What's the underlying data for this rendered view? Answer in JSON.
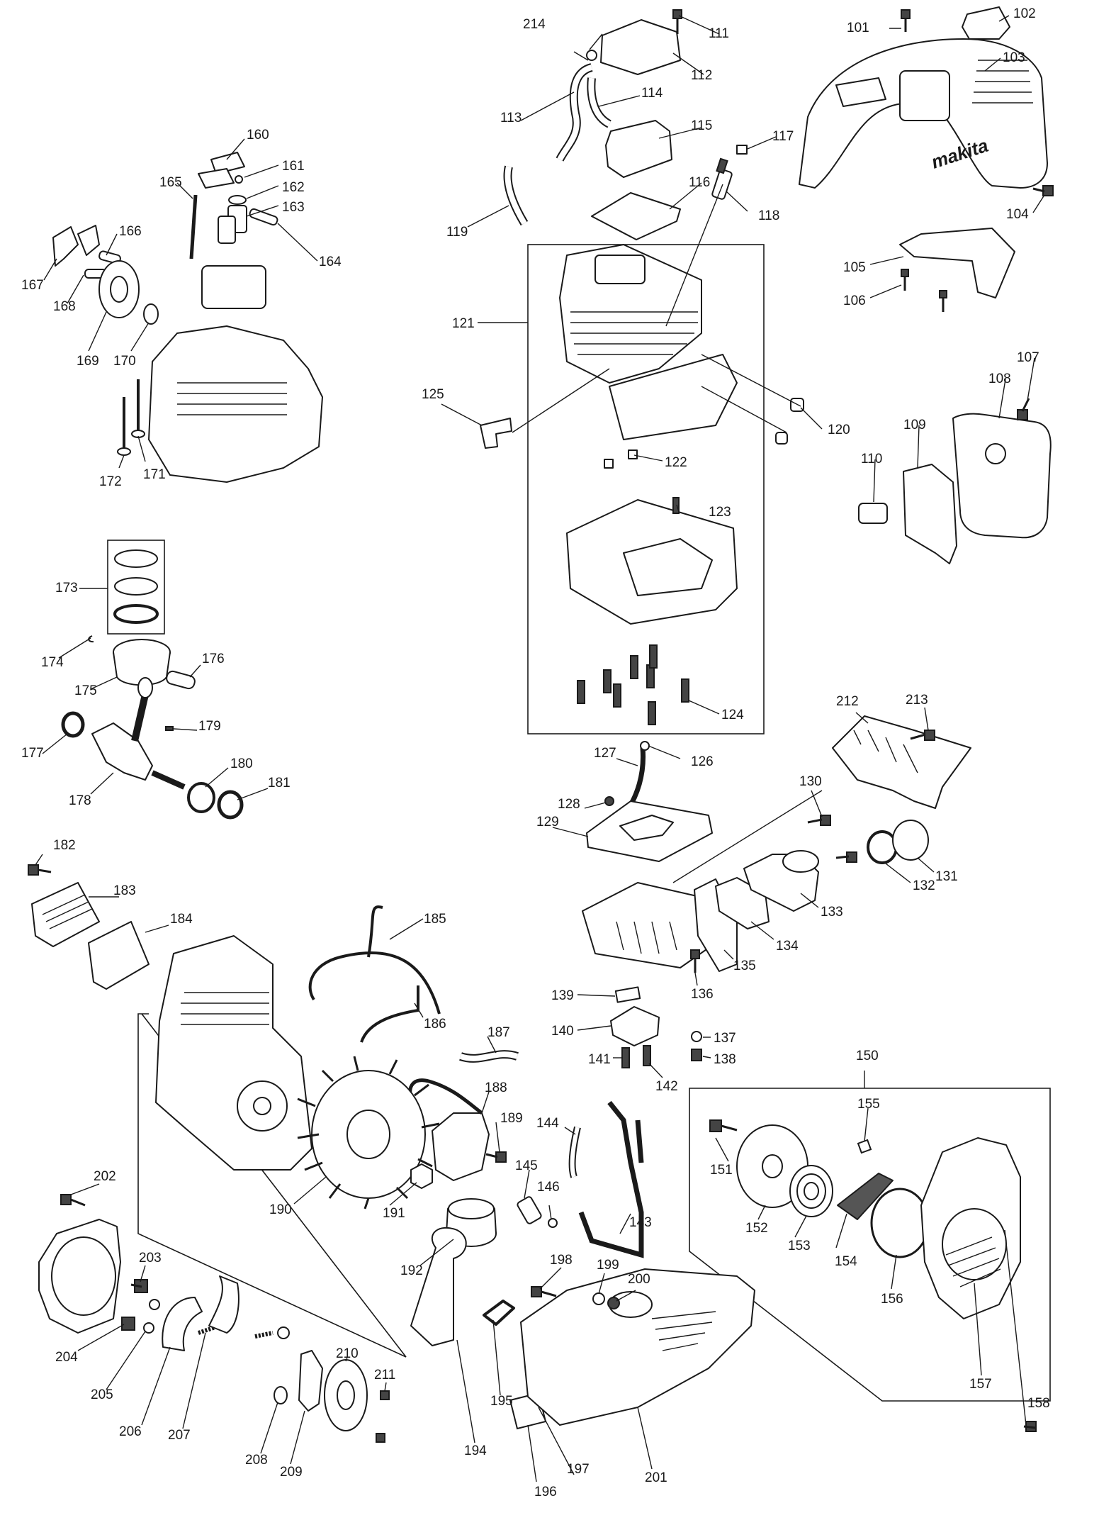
{
  "callouts": [
    {
      "id": "101",
      "label": "101"
    },
    {
      "id": "102",
      "label": "102"
    },
    {
      "id": "103",
      "label": "103"
    },
    {
      "id": "104",
      "label": "104"
    },
    {
      "id": "105",
      "label": "105"
    },
    {
      "id": "106",
      "label": "106"
    },
    {
      "id": "107",
      "label": "107"
    },
    {
      "id": "108",
      "label": "108"
    },
    {
      "id": "109",
      "label": "109"
    },
    {
      "id": "110",
      "label": "110"
    },
    {
      "id": "111",
      "label": "111"
    },
    {
      "id": "112",
      "label": "112"
    },
    {
      "id": "113",
      "label": "113"
    },
    {
      "id": "114",
      "label": "114"
    },
    {
      "id": "115",
      "label": "115"
    },
    {
      "id": "116",
      "label": "116"
    },
    {
      "id": "117",
      "label": "117"
    },
    {
      "id": "118",
      "label": "118"
    },
    {
      "id": "119",
      "label": "119"
    },
    {
      "id": "120",
      "label": "120"
    },
    {
      "id": "121",
      "label": "121"
    },
    {
      "id": "122",
      "label": "122"
    },
    {
      "id": "123",
      "label": "123"
    },
    {
      "id": "124",
      "label": "124"
    },
    {
      "id": "125",
      "label": "125"
    },
    {
      "id": "126",
      "label": "126"
    },
    {
      "id": "127",
      "label": "127"
    },
    {
      "id": "128",
      "label": "128"
    },
    {
      "id": "129",
      "label": "129"
    },
    {
      "id": "130",
      "label": "130"
    },
    {
      "id": "131",
      "label": "131"
    },
    {
      "id": "132",
      "label": "132"
    },
    {
      "id": "133",
      "label": "133"
    },
    {
      "id": "134",
      "label": "134"
    },
    {
      "id": "135",
      "label": "135"
    },
    {
      "id": "136",
      "label": "136"
    },
    {
      "id": "137",
      "label": "137"
    },
    {
      "id": "138",
      "label": "138"
    },
    {
      "id": "139",
      "label": "139"
    },
    {
      "id": "140",
      "label": "140"
    },
    {
      "id": "141",
      "label": "141"
    },
    {
      "id": "142",
      "label": "142"
    },
    {
      "id": "143",
      "label": "143"
    },
    {
      "id": "144",
      "label": "144"
    },
    {
      "id": "145",
      "label": "145"
    },
    {
      "id": "146",
      "label": "146"
    },
    {
      "id": "150",
      "label": "150"
    },
    {
      "id": "151",
      "label": "151"
    },
    {
      "id": "152",
      "label": "152"
    },
    {
      "id": "153",
      "label": "153"
    },
    {
      "id": "154",
      "label": "154"
    },
    {
      "id": "155",
      "label": "155"
    },
    {
      "id": "156",
      "label": "156"
    },
    {
      "id": "157",
      "label": "157"
    },
    {
      "id": "158",
      "label": "158"
    },
    {
      "id": "160",
      "label": "160"
    },
    {
      "id": "161",
      "label": "161"
    },
    {
      "id": "162",
      "label": "162"
    },
    {
      "id": "163",
      "label": "163"
    },
    {
      "id": "164",
      "label": "164"
    },
    {
      "id": "165",
      "label": "165"
    },
    {
      "id": "166",
      "label": "166"
    },
    {
      "id": "167",
      "label": "167"
    },
    {
      "id": "168",
      "label": "168"
    },
    {
      "id": "169",
      "label": "169"
    },
    {
      "id": "170",
      "label": "170"
    },
    {
      "id": "171",
      "label": "171"
    },
    {
      "id": "172",
      "label": "172"
    },
    {
      "id": "173",
      "label": "173"
    },
    {
      "id": "174",
      "label": "174"
    },
    {
      "id": "175",
      "label": "175"
    },
    {
      "id": "176",
      "label": "176"
    },
    {
      "id": "177",
      "label": "177"
    },
    {
      "id": "178",
      "label": "178"
    },
    {
      "id": "179",
      "label": "179"
    },
    {
      "id": "180",
      "label": "180"
    },
    {
      "id": "181",
      "label": "181"
    },
    {
      "id": "182",
      "label": "182"
    },
    {
      "id": "183",
      "label": "183"
    },
    {
      "id": "184",
      "label": "184"
    },
    {
      "id": "185",
      "label": "185"
    },
    {
      "id": "186",
      "label": "186"
    },
    {
      "id": "187",
      "label": "187"
    },
    {
      "id": "188",
      "label": "188"
    },
    {
      "id": "189",
      "label": "189"
    },
    {
      "id": "190",
      "label": "190"
    },
    {
      "id": "191",
      "label": "191"
    },
    {
      "id": "192",
      "label": "192"
    },
    {
      "id": "194",
      "label": "194"
    },
    {
      "id": "195",
      "label": "195"
    },
    {
      "id": "196",
      "label": "196"
    },
    {
      "id": "197",
      "label": "197"
    },
    {
      "id": "198",
      "label": "198"
    },
    {
      "id": "199",
      "label": "199"
    },
    {
      "id": "200",
      "label": "200"
    },
    {
      "id": "201",
      "label": "201"
    },
    {
      "id": "202",
      "label": "202"
    },
    {
      "id": "203",
      "label": "203"
    },
    {
      "id": "204",
      "label": "204"
    },
    {
      "id": "205",
      "label": "205"
    },
    {
      "id": "206",
      "label": "206"
    },
    {
      "id": "207",
      "label": "207"
    },
    {
      "id": "208",
      "label": "208"
    },
    {
      "id": "209",
      "label": "209"
    },
    {
      "id": "210",
      "label": "210"
    },
    {
      "id": "211",
      "label": "211"
    },
    {
      "id": "212",
      "label": "212"
    },
    {
      "id": "213",
      "label": "213"
    },
    {
      "id": "214",
      "label": "214"
    }
  ],
  "brand_logo": "makita"
}
